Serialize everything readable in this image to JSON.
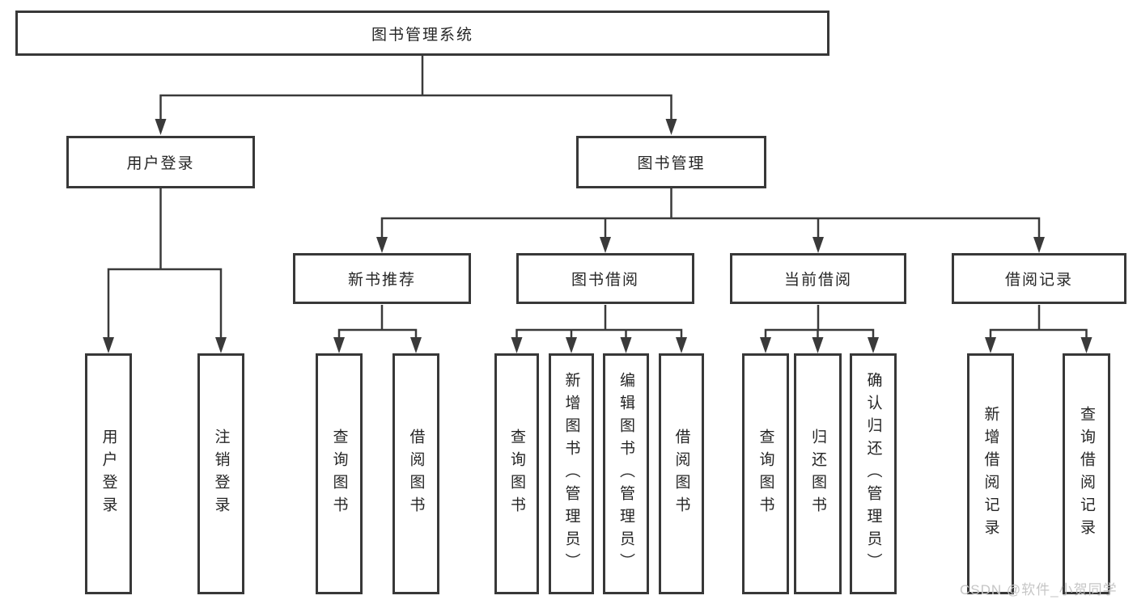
{
  "tree": {
    "label": "图书管理系统",
    "children": [
      {
        "label": "用户登录",
        "children": [
          {
            "label": "用户登录"
          },
          {
            "label": "注销登录"
          }
        ]
      },
      {
        "label": "图书管理",
        "children": [
          {
            "label": "新书推荐",
            "children": [
              {
                "label": "查询图书"
              },
              {
                "label": "借阅图书"
              }
            ]
          },
          {
            "label": "图书借阅",
            "children": [
              {
                "label": "查询图书"
              },
              {
                "label": "新增图书（管理员）"
              },
              {
                "label": "编辑图书（管理员）"
              },
              {
                "label": "借阅图书"
              }
            ]
          },
          {
            "label": "当前借阅",
            "children": [
              {
                "label": "查询图书"
              },
              {
                "label": "归还图书"
              },
              {
                "label": "确认归还（管理员）"
              }
            ]
          },
          {
            "label": "借阅记录",
            "children": [
              {
                "label": "新增借阅记录"
              },
              {
                "label": "查询借阅记录"
              }
            ]
          }
        ]
      }
    ]
  },
  "watermark": {
    "text": "CSDN @软件_小贺同学"
  },
  "colors": {
    "line": "#3a3a3a",
    "border": "#383838",
    "text": "#262626",
    "watermark": "#c6c6c6",
    "background": "#ffffff"
  }
}
